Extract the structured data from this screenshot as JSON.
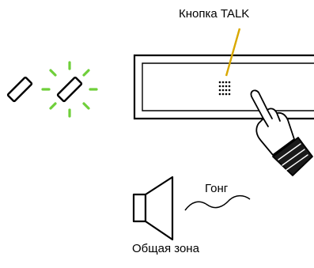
{
  "labels": {
    "talk_button": "Кнопка TALK",
    "gong": "Гонг",
    "zone": "Общая зона"
  },
  "icons": {
    "led_off": "led-icon",
    "led_on": "led-blinking-icon",
    "panel": "intercom-panel",
    "hand": "pointing-hand-icon",
    "speaker": "speaker-icon"
  },
  "colors": {
    "line": "#000000",
    "leader": "#d9a800",
    "blink": "#6fcf3a"
  }
}
